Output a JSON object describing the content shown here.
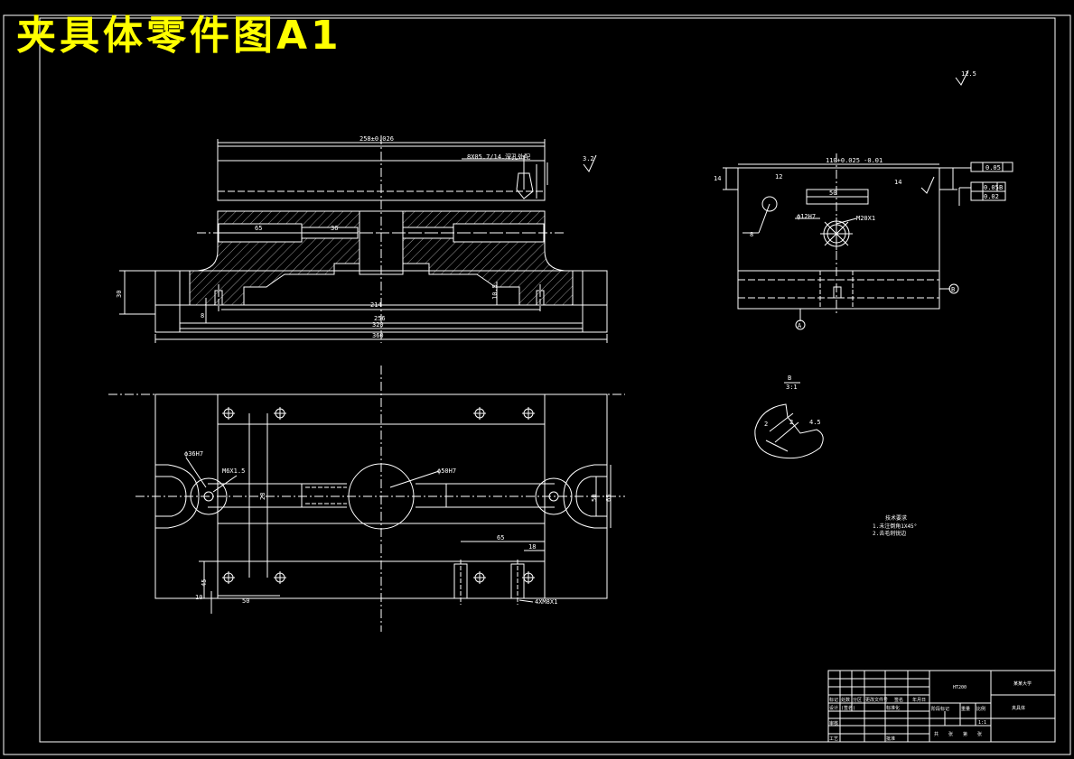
{
  "title": "夹具体零件图A1",
  "front_view": {
    "dims": {
      "top_width": "258±0.026",
      "left_bore": "65",
      "center_bore": "36",
      "inner": "214",
      "mid": "256",
      "outer": "320",
      "overall": "360",
      "height": "30",
      "left_small": "8",
      "right_small": "10.5"
    },
    "note_top": "8X05.7/14.深孔处配",
    "roughness": "3.2"
  },
  "side_view": {
    "dims": {
      "width_tol": "110+0.025\n-0.01",
      "slot": "50",
      "bore": "ϕ12H7",
      "thread": "M20X1",
      "left_h": "14",
      "right_h": "14",
      "ang": "12",
      "r": "8"
    },
    "datum_a": "A",
    "datum_b": "B",
    "tol_1": "0.05",
    "tol_2": "0.05",
    "tol_3": "0.02",
    "rough_top": "12.5"
  },
  "detail_b": {
    "label": "B",
    "scale": "3:1",
    "d1": "2",
    "d2": "2",
    "d3": "4.5"
  },
  "plan_view": {
    "dims": {
      "left_hole": "ϕ36H7",
      "thread_left": "M6X1.5",
      "center_bore": "ϕ50H7",
      "v": "28",
      "right_w": "65",
      "right_small": "18",
      "right_h1": "50",
      "right_h2": "65",
      "bottom_l": "10",
      "bottom_m": "50",
      "left_v": "45",
      "thread_bottom": "4XM8X1"
    }
  },
  "notes": {
    "heading": "技术要求",
    "line1": "1.未注倒角1X45°",
    "line2": "2.去毛刺锐边"
  },
  "title_block": {
    "row_labels": [
      "标记",
      "处数",
      "分区",
      "更改文件号",
      "签名",
      "年月日"
    ],
    "row2": [
      "设计",
      "(签名)",
      "标准化"
    ],
    "row3": [
      "审核"
    ],
    "row4": [
      "工艺",
      "批准"
    ],
    "stage": "阶段标记",
    "weight": "重量",
    "ratio": "比例",
    "scale_val": "1:1",
    "sheets": [
      "共",
      "张",
      "第",
      "张"
    ],
    "material": "HT200",
    "school": "某某大学",
    "part_name": "夹具体"
  }
}
